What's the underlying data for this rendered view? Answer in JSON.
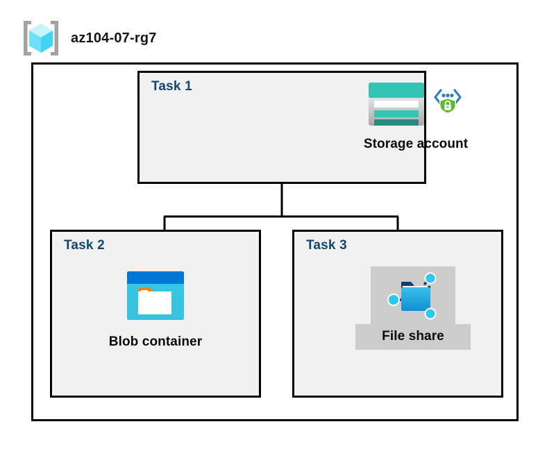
{
  "header": {
    "icon": "resource-group-icon",
    "title": "az104-07-rg7"
  },
  "diagram": {
    "type": "azure-architecture",
    "boundary_name": "resource-group-boundary",
    "tasks": [
      {
        "label": "Task 1",
        "node": {
          "caption": "Storage account",
          "icons": [
            "storage-account-icon",
            "secure-endpoint-icon"
          ],
          "highlighted": false
        }
      },
      {
        "label": "Task 2",
        "node": {
          "caption": "Blob container",
          "icons": [
            "blob-container-icon"
          ],
          "highlighted": false
        }
      },
      {
        "label": "Task 3",
        "node": {
          "caption": "File share",
          "icons": [
            "file-share-icon"
          ],
          "highlighted": true
        }
      }
    ],
    "connections": [
      {
        "from": "Task 1",
        "to": "Task 2"
      },
      {
        "from": "Task 1",
        "to": "Task 3"
      }
    ]
  },
  "colors": {
    "task_label": "#12466e",
    "caption": "#0a0a0a",
    "box_border": "#000000",
    "box_fill": "#f1f1f1",
    "page_background": "#ffffff",
    "highlight": "#cccccc",
    "storage_teal": "#32c5b4",
    "storage_teal_dark": "#2a8a80",
    "blob_blue": "#0078d4",
    "blob_cyan": "#32c8ea",
    "blob_orange": "#f08019",
    "fileshare_blue": "#2ea9dd",
    "shield_green": "#5dba2e",
    "bracket_gray": "#a0a0a0",
    "cube_cyan": "#50e6ff"
  }
}
